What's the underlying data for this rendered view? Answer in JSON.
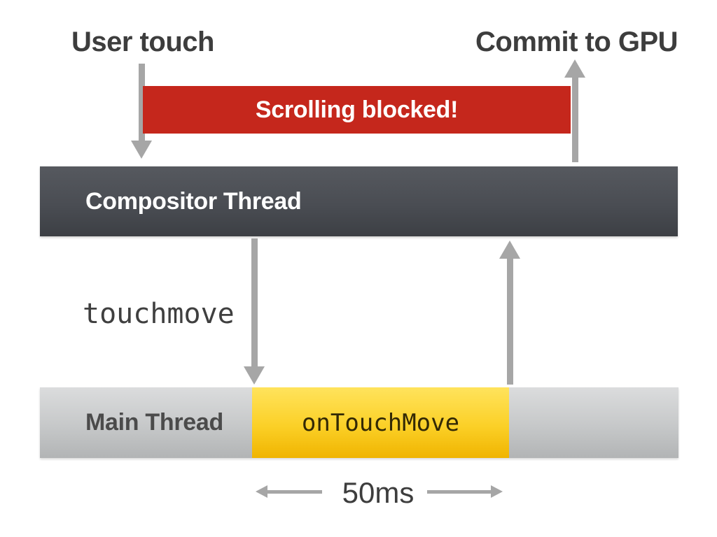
{
  "diagram": {
    "user_touch_label": "User touch",
    "commit_gpu_label": "Commit to GPU",
    "blocked": {
      "label": "Scrolling blocked!",
      "background_color": "#c5271c",
      "text_color": "#ffffff"
    },
    "compositor": {
      "label": "Compositor Thread",
      "gradient_top": "#56595f",
      "gradient_bottom": "#3c3f44",
      "text_color": "#ffffff"
    },
    "event_label": "touchmove",
    "main_thread": {
      "label": "Main Thread",
      "gradient_top": "#dbdcdd",
      "gradient_bottom": "#b2b4b5",
      "text_color": "#4b4b4b"
    },
    "task": {
      "label": "onTouchMove",
      "gradient_top": "#ffe35c",
      "gradient_bottom": "#f0b400",
      "text_color": "#332905"
    },
    "duration_label": "50ms",
    "arrow_color": "#a6a6a6",
    "heading_text_color": "#3d3d3d"
  }
}
